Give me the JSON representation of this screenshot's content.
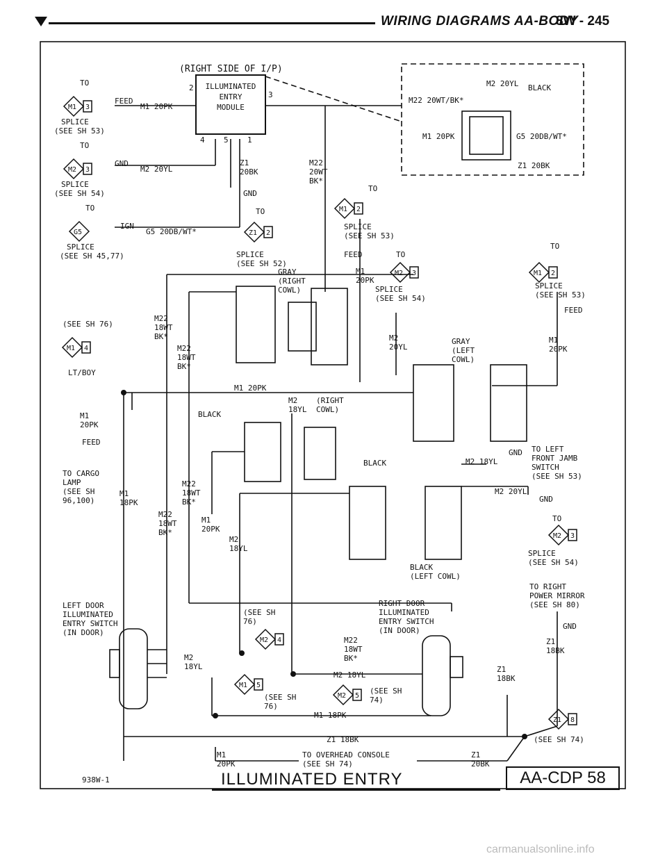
{
  "header": {
    "title": "WIRING DIAGRAMS AA-BODY",
    "page": "8W - 245"
  },
  "top_label": "(RIGHT SIDE OF I/P)",
  "module": {
    "name": [
      "ILLUMINATED",
      "ENTRY",
      "MODULE"
    ],
    "pins": [
      "2",
      "3",
      "4",
      "5",
      "1"
    ]
  },
  "splices_left": [
    {
      "to": "TO",
      "code": "M1",
      "num": "3",
      "sig": "FEED",
      "wire": "M1 20PK",
      "l1": "SPLICE",
      "l2": "(SEE SH 53)"
    },
    {
      "to": "TO",
      "code": "M2",
      "num": "3",
      "sig": "GND",
      "wire": "M2 20YL",
      "l1": "SPLICE",
      "l2": "(SEE SH 54)"
    },
    {
      "to": "TO",
      "code": "G5",
      "num": "",
      "sig": "IGN",
      "wire": "G5 20DB/WT*",
      "l1": "SPLICE",
      "l2": "(SEE SH 45,77)"
    }
  ],
  "top_connector": {
    "wires": [
      "M2 20YL",
      "BLACK",
      "M22 20WT/BK*",
      "M1 20PK",
      "G5 20DB/WT*",
      "Z1 20BK"
    ]
  },
  "labels": {
    "z1_20bk": [
      "Z1",
      "20BK"
    ],
    "m22_20wt": [
      "M22",
      "20WT",
      "BK*"
    ],
    "gnd": "GND",
    "to_z1": "TO",
    "splice52": [
      "SPLICE",
      "(SEE SH 52)"
    ],
    "to_m1_2": "TO",
    "splice53b": [
      "SPLICE",
      "(SEE SH 53)"
    ],
    "feed": "FEED",
    "m1_20pk": [
      "M1",
      "20PK"
    ],
    "to_m2_3": "TO",
    "splice54b": [
      "SPLICE",
      "(SEE SH 54)"
    ],
    "m2_20yl": [
      "M2",
      "20YL"
    ],
    "to_right": "TO",
    "splice53c": [
      "SPLICE",
      "(SEE SH 53)"
    ],
    "feed2": "FEED",
    "m1_20pk_r": [
      "M1",
      "20PK"
    ],
    "gray_right": [
      "GRAY",
      "(RIGHT",
      "COWL)"
    ],
    "gray_left": [
      "GRAY",
      "(LEFT",
      "COWL)"
    ],
    "see76": "(SEE SH 76)",
    "ltboy": "LT/BOY",
    "m22_18wt_a": [
      "M22",
      "18WT",
      "BK*"
    ],
    "m22_18wt_b": [
      "M22",
      "18WT",
      "BK*"
    ],
    "m1_20pk_mid": "M1 20PK",
    "m2_18yl": [
      "M2",
      "18YL"
    ],
    "right_cowl": [
      "(RIGHT",
      "COWL)"
    ],
    "black1": "BLACK",
    "black2": "BLACK",
    "m1_20pk_l": [
      "M1",
      "20PK"
    ],
    "feed3": "FEED",
    "cargo": [
      "TO CARGO",
      "LAMP",
      "(SEE SH",
      "96,100)"
    ],
    "m1_18pk": [
      "M1",
      "18PK"
    ],
    "m22_18wt_c": [
      "M22",
      "18WT",
      "BK*"
    ],
    "m22_18wt_d": [
      "M22",
      "18WT",
      "BK*"
    ],
    "m1_20pk_c": [
      "M1",
      "20PK"
    ],
    "m2_18yl_c": [
      "M2",
      "18YL"
    ],
    "m2_18yl_r": "M2 18YL",
    "gnd_r": "GND",
    "left_jamb": [
      "TO LEFT",
      "FRONT JAMB",
      "SWITCH",
      "(SEE SH 53)"
    ],
    "m2_20yl_r": "M2 20YL",
    "gnd_r2": "GND",
    "to_m2_3b": "TO",
    "splice54c": [
      "SPLICE",
      "(SEE SH 54)"
    ],
    "black_left": [
      "BLACK",
      "(LEFT COWL)"
    ],
    "mirror": [
      "TO RIGHT",
      "POWER MIRROR",
      "(SEE SH 80)"
    ],
    "gnd3": "GND",
    "z1_18bk_a": [
      "Z1",
      "18BK"
    ],
    "z1_18bk_b": [
      "Z1",
      "18BK"
    ],
    "left_door": [
      "LEFT DOOR",
      "ILLUMINATED",
      "ENTRY SWITCH",
      "(IN DOOR)"
    ],
    "right_door": [
      "RIGHT DOOR",
      "ILLUMINATED",
      "ENTRY SWITCH",
      "(IN DOOR)"
    ],
    "see_sh76b": [
      "(SEE SH",
      "76)"
    ],
    "m22_18wt_e": [
      "M22",
      "18WT",
      "BK*"
    ],
    "m2_18yl_l": [
      "M2",
      "18YL"
    ],
    "m2_18yl_bot": "M2 18YL",
    "see_sh76c": [
      "(SEE SH",
      "76)"
    ],
    "see_sh74a": [
      "(SEE SH",
      "74)"
    ],
    "m1_18pk_bot": "M1 18PK",
    "z1_18bk_bot": "Z1 18BK",
    "see_sh74b": "(SEE SH 74)",
    "m1_20pk_bot": [
      "M1",
      "20PK"
    ],
    "overhead": [
      "TO OVERHEAD CONSOLE",
      "(SEE SH 74)"
    ],
    "z1_20bk_bot": [
      "Z1",
      "20BK"
    ]
  },
  "refs": {
    "m1_2": {
      "code": "M1",
      "num": "2"
    },
    "z1_2": {
      "code": "Z1",
      "num": "2"
    },
    "m2_3": {
      "code": "M2",
      "num": "3"
    },
    "m1_2r": {
      "code": "M1",
      "num": "2"
    },
    "m1_4": {
      "code": "M1",
      "num": "4"
    },
    "m2_3r": {
      "code": "M2",
      "num": "3"
    },
    "m2_4": {
      "code": "M2",
      "num": "4"
    },
    "m1_5": {
      "code": "M1",
      "num": "5"
    },
    "m2_5": {
      "code": "M2",
      "num": "5"
    },
    "z1_8": {
      "code": "Z1",
      "num": "8"
    }
  },
  "footer": {
    "id": "938W-1",
    "title": "ILLUMINATED ENTRY",
    "code": "AA-CDP 58"
  },
  "watermark": "carmanualsonline.info"
}
